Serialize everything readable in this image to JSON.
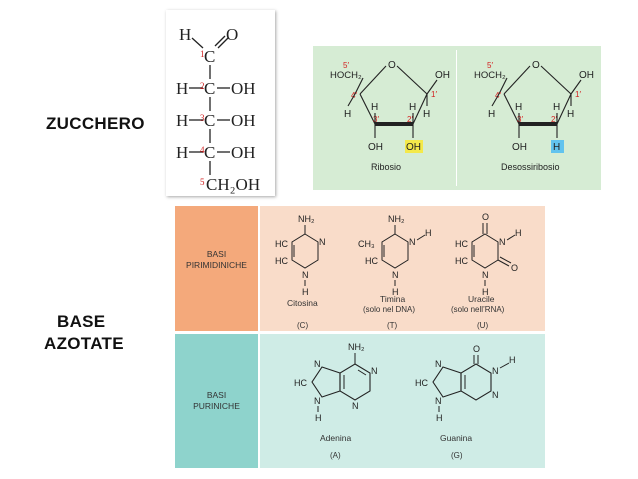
{
  "labels": {
    "sugar": "ZUCCHERO",
    "bases_line1": "BASE",
    "bases_line2": "AZOTATE"
  },
  "fischer": {
    "aldehyde_h": "H",
    "aldehyde_o": "O",
    "rows": [
      {
        "left": "H",
        "right": "OH",
        "num": "2"
      },
      {
        "left": "H",
        "right": "OH",
        "num": "3"
      },
      {
        "left": "H",
        "right": "OH",
        "num": "4"
      }
    ],
    "c_label": "C",
    "num1": "1",
    "num5": "5",
    "bottom": "CH₂OH"
  },
  "ribose": {
    "hoch2": "HOCH₂",
    "name": "Ribosio",
    "c2_group": "OH",
    "c2_highlight": "#f4e94a",
    "o_ring": "O",
    "oh_right": "OH",
    "oh_bottom": "OH",
    "h": "H",
    "n1": "1′",
    "n2": "2′",
    "n3": "3′",
    "n4": "4′",
    "n5": "5′"
  },
  "deoxyribose": {
    "hoch2": "HOCH₂",
    "name": "Desossiribosio",
    "c2_group": "H",
    "c2_highlight": "#62c3ee",
    "o_ring": "O",
    "oh_right": "OH",
    "oh_bottom": "OH",
    "h": "H",
    "n1": "1′",
    "n2": "2′",
    "n3": "3′",
    "n4": "4′",
    "n5": "5′"
  },
  "pyrimidines": {
    "header_line1": "BASI",
    "header_line2": "PIRIMIDINICHE",
    "color": "#f4a97b",
    "bg": "#f9dcc9",
    "items": [
      {
        "name": "Citosina",
        "note": "",
        "code": "(C)"
      },
      {
        "name": "Timina",
        "note": "(solo nel DNA)",
        "code": "(T)"
      },
      {
        "name": "Uracile",
        "note": "(solo nell’RNA)",
        "code": "(U)"
      }
    ]
  },
  "purines": {
    "header_line1": "BASI",
    "header_line2": "PURINICHE",
    "color": "#8ed3cc",
    "bg": "#cfece6",
    "items": [
      {
        "name": "Adenina",
        "code": "(A)"
      },
      {
        "name": "Guanina",
        "code": "(G)"
      }
    ]
  },
  "atoms": {
    "nh2": "NH₂",
    "hc": "HC",
    "ch3": "CH₃",
    "n": "N",
    "h": "H",
    "o": "O"
  },
  "colors": {
    "sugar_panel_bg": "#d6ecd4",
    "carbon_number": "#d22020"
  }
}
